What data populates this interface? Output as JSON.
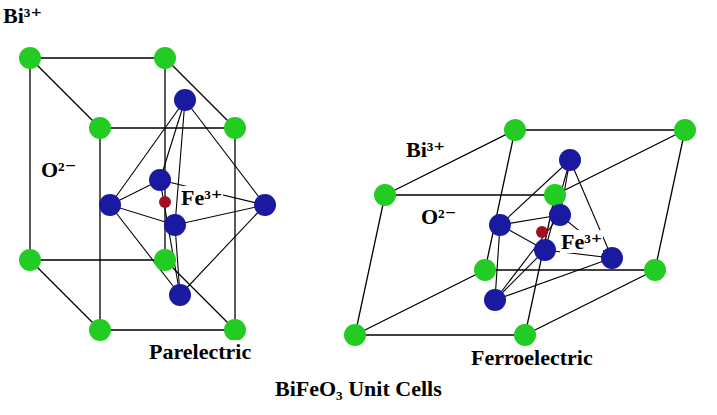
{
  "diagram": {
    "caption": "BiFeO₃ Unit Cells",
    "labels": [
      "Bi³⁺",
      "O²⁻",
      "Fe³⁺",
      "Bi³⁺",
      "O²⁻",
      "Fe³⁺",
      "Parelectric",
      "Ferroelectric"
    ]
  }
}
